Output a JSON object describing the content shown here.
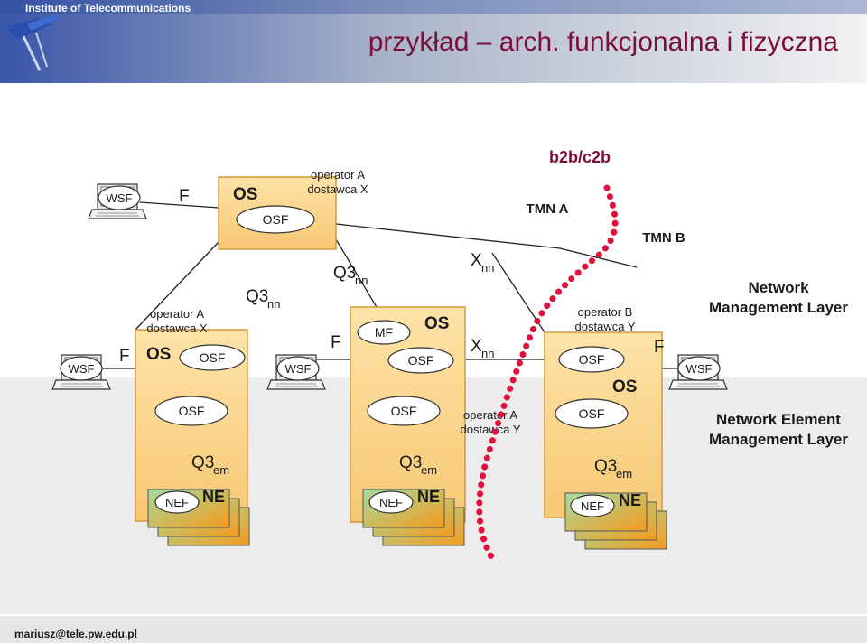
{
  "header": {
    "institute": "Institute of Telecommunications",
    "title": "przykład – arch. funkcjonalna i fizyczna"
  },
  "footer": {
    "email": "mariusz@tele.pw.edu.pl"
  },
  "labels": {
    "wsf": "WSF",
    "osf": "OSF",
    "os": "OS",
    "f": "F",
    "mf": "MF",
    "nef": "NEF",
    "ne": "NE",
    "q3": "Q3",
    "nn": "nn",
    "em": "em",
    "x": "X",
    "operator_a_x_1": "operator A",
    "operator_a_x_2": "dostawca X",
    "operator_b_y_1": "operator B",
    "operator_b_y_2": "dostawca Y",
    "operator_a_y_1": "operator A",
    "operator_a_y_2": "dostawca Y",
    "b2b": "b2b/c2b",
    "tmn_a": "TMN A",
    "tmn_b": "TMN B",
    "nml_1": "Network",
    "nml_2": "Management Layer",
    "neml_1": "Network Element",
    "neml_2": "Management Layer"
  },
  "colors": {
    "box_fill": "#fbd78f",
    "box_stroke": "#d49a3a",
    "ne_green": "#8fd08a",
    "ne_orange": "#f39a1f",
    "title_color": "#7a0f3c",
    "header_text": "#ffffff",
    "boundary_red": "#e0103a",
    "lower_band": "#ececec"
  }
}
